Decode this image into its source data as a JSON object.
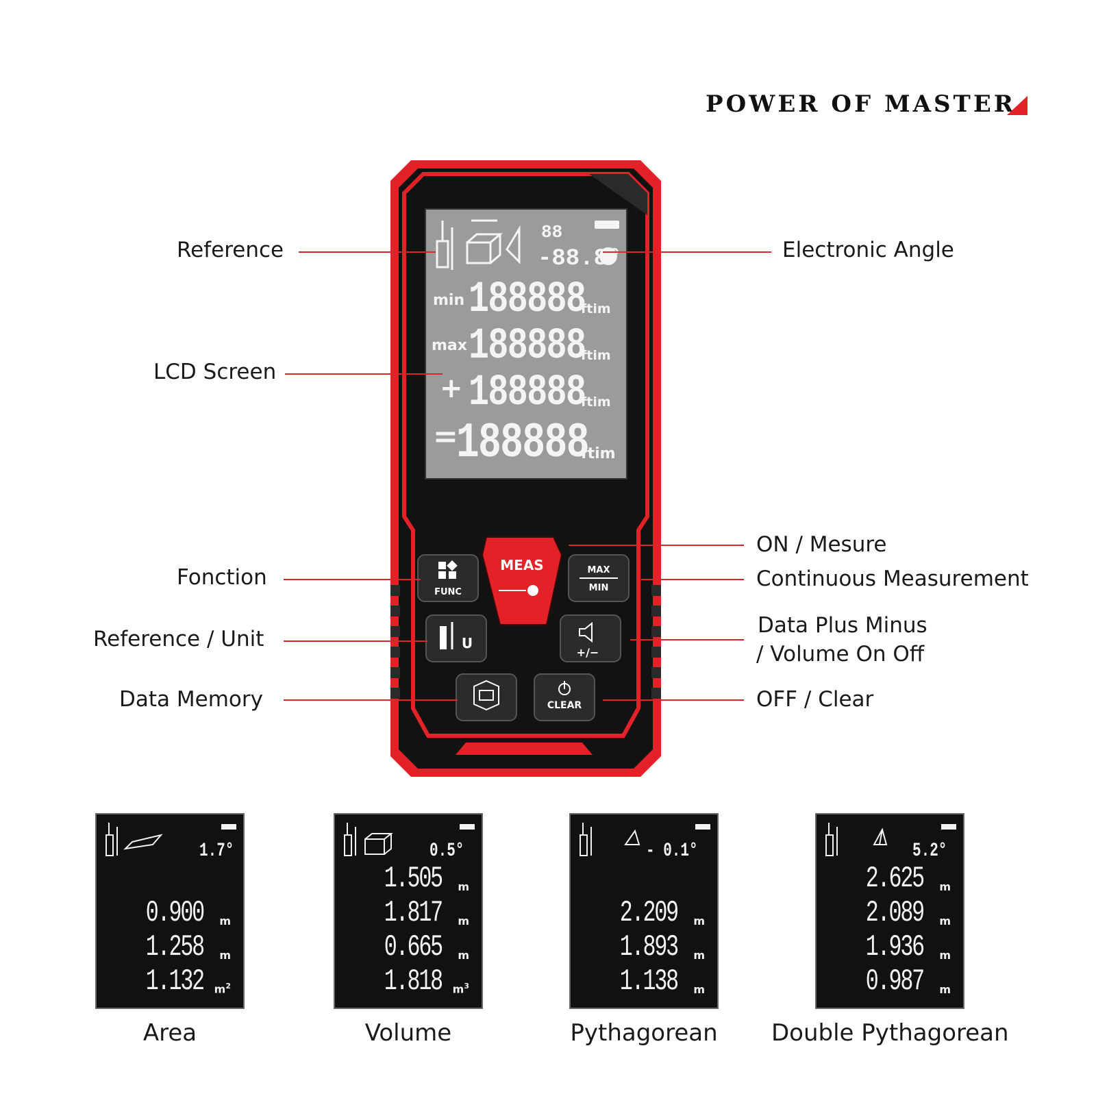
{
  "brand": {
    "text": "POWER OF MASTER",
    "accent": "#e32228"
  },
  "labels": {
    "reference": "Reference",
    "lcd_screen": "LCD Screen",
    "fonction": "Fonction",
    "reference_unit": "Reference / Unit",
    "data_memory": "Data Memory",
    "electronic_angle": "Electronic Angle",
    "on_mesure": "ON / Mesure",
    "continuous": "Continuous Measurement",
    "plus_minus_1": "Data Plus Minus",
    "plus_minus_2": "/ Volume On Off",
    "off_clear": "OFF / Clear"
  },
  "lcd": {
    "top_counter": "88",
    "angle": "-88.8°",
    "rows": [
      {
        "prefix": "min",
        "digits": "188888",
        "unit": "ftim"
      },
      {
        "prefix": "max",
        "digits": "188888",
        "unit": "ftim"
      },
      {
        "prefix": "+",
        "digits": "188888",
        "unit": "ftim"
      },
      {
        "prefix": "=",
        "digits": "188888",
        "unit": "ftim"
      }
    ]
  },
  "buttons": {
    "meas": "MEAS",
    "func": "FUNC",
    "max": "MAX",
    "min": "MIN",
    "unit": "U",
    "plus_minus": "+/−",
    "clear": "CLEAR"
  },
  "modes": [
    {
      "caption": "Area",
      "angle": "1.7°",
      "values": [
        "0.900",
        "1.258",
        "1.132"
      ],
      "units": [
        "m",
        "m",
        "m2"
      ]
    },
    {
      "caption": "Volume",
      "angle": "0.5°",
      "values": [
        "1.505",
        "1.817",
        "0.665",
        "1.818"
      ],
      "units": [
        "m",
        "m",
        "m",
        "m3"
      ]
    },
    {
      "caption": "Pythagorean",
      "angle": "- 0.1°",
      "values": [
        "2.209",
        "1.893",
        "1.138"
      ],
      "units": [
        "m",
        "m",
        "m"
      ]
    },
    {
      "caption": "Double Pythagorean",
      "angle": "5.2°",
      "values": [
        "2.625",
        "2.089",
        "1.936",
        "0.987"
      ],
      "units": [
        "m",
        "m",
        "m",
        "m"
      ]
    }
  ],
  "colors": {
    "red": "#e32228",
    "body": "#141414",
    "lcd": "#9b9b9b"
  }
}
